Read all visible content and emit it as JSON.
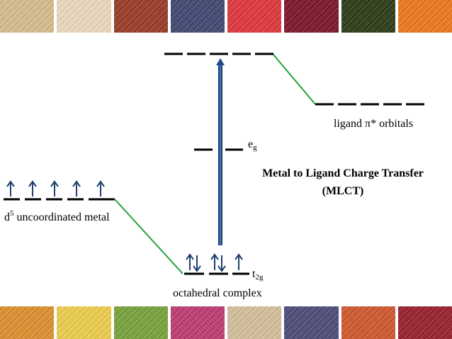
{
  "top_band_colors": [
    "#d9c08e",
    "#f0dcc2",
    "#9b3a24",
    "#3f4671",
    "#e2363a",
    "#7a1427",
    "#2a3a14",
    "#f07a1c"
  ],
  "bottom_band_colors": [
    "#e0922c",
    "#f1d04c",
    "#7aa43a",
    "#c03a73",
    "#d8c39d",
    "#4d4a78",
    "#d4582c",
    "#9a1d2c"
  ],
  "colors": {
    "level_line": "#000000",
    "connector": "#21a33b",
    "electron_arrow": "#1f3f6e",
    "transition_arrow": "#1f4b8a"
  },
  "icons": {
    "spin_up": "up-arrow-icon",
    "spin_down": "down-arrow-icon"
  },
  "labels": {
    "metal_d": "d",
    "metal_sup": "5",
    "metal_rest": " uncoordinated metal",
    "eg_main": "e",
    "eg_sub": "g",
    "t2g_main": "t",
    "t2g_sub": "2g",
    "octahedral": "octahedral complex",
    "ligand_orbitals": "ligand π* orbitals",
    "mlct_line1": "Metal to Ligand Charge Transfer",
    "mlct_line2": "(MLCT)"
  }
}
